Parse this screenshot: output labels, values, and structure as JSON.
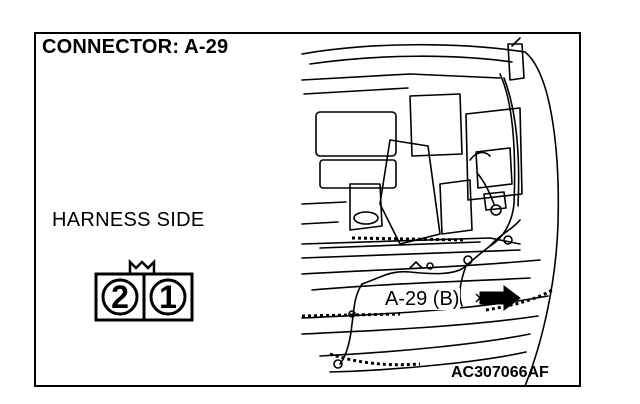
{
  "title": "CONNECTOR: A-29",
  "view_label": "HARNESS SIDE",
  "connector": {
    "pins": [
      "2",
      "1"
    ]
  },
  "callout": {
    "label": "A-29 (B)"
  },
  "figure_code": "AC307066AF"
}
